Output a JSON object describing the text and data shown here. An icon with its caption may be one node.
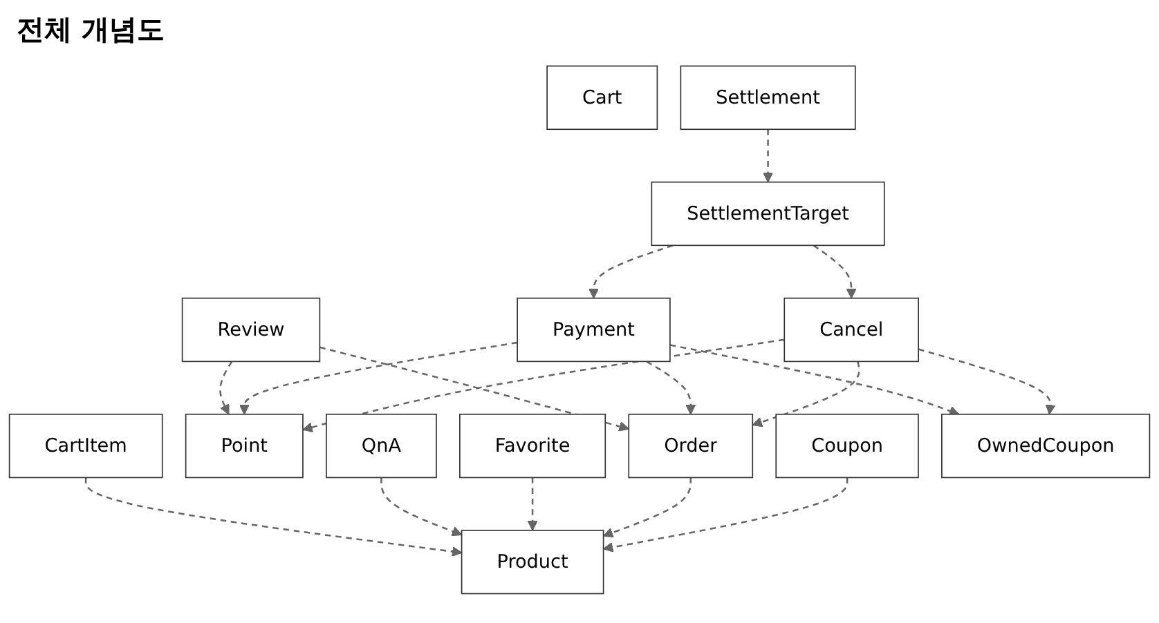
{
  "diagram": {
    "title": "전체 개념도",
    "nodes": [
      {
        "text": [
          "Cart"
        ]
      },
      {
        "text": [
          "CartItem"
        ]
      },
      {
        "text": [
          "Review"
        ]
      },
      {
        "text": [
          "Point"
        ]
      },
      {
        "text": [
          "QnA"
        ]
      },
      {
        "text": [
          "Product"
        ]
      },
      {
        "text": [
          "Order"
        ]
      },
      {
        "text": [
          "Payment"
        ]
      },
      {
        "text": [
          "SettlementTarget"
        ]
      },
      {
        "text": [
          "Favorite"
        ]
      },
      {
        "text": [
          "Cancel"
        ]
      },
      {
        "text": [
          "Coupon"
        ]
      },
      {
        "text": [
          "Settlement"
        ]
      },
      {
        "text": [
          "OwnedCoupon"
        ]
      }
    ],
    "edges": [
      {
        "from": 1,
        "to": 5,
        "arrow": "to",
        "style": "dashed"
      },
      {
        "from": 4,
        "to": 5,
        "arrow": "to",
        "style": "dashed"
      },
      {
        "from": 9,
        "to": 5,
        "arrow": "to",
        "style": "dashed"
      },
      {
        "from": 6,
        "to": 5,
        "arrow": "to",
        "style": "dashed"
      },
      {
        "from": 11,
        "to": 5,
        "arrow": "to",
        "style": "dashed"
      },
      {
        "from": 2,
        "to": 3,
        "arrow": "to",
        "style": "dashed"
      },
      {
        "from": 2,
        "to": 6,
        "arrow": "to",
        "style": "dashed"
      },
      {
        "from": 7,
        "to": 6,
        "arrow": "to",
        "style": "dashed"
      },
      {
        "from": 10,
        "to": 6,
        "arrow": "to",
        "style": "dashed"
      },
      {
        "from": 7,
        "to": 3,
        "arrow": "to",
        "style": "dashed"
      },
      {
        "from": 10,
        "to": 3,
        "arrow": "to",
        "style": "dashed"
      },
      {
        "from": 7,
        "to": 13,
        "arrow": "to",
        "style": "dashed"
      },
      {
        "from": 10,
        "to": 13,
        "arrow": "to",
        "style": "dashed"
      },
      {
        "from": 8,
        "to": 7,
        "arrow": "to",
        "style": "dashed"
      },
      {
        "from": 8,
        "to": 10,
        "arrow": "to",
        "style": "dashed"
      },
      {
        "from": 12,
        "to": 8,
        "arrow": "to",
        "style": "dashed"
      }
    ]
  }
}
